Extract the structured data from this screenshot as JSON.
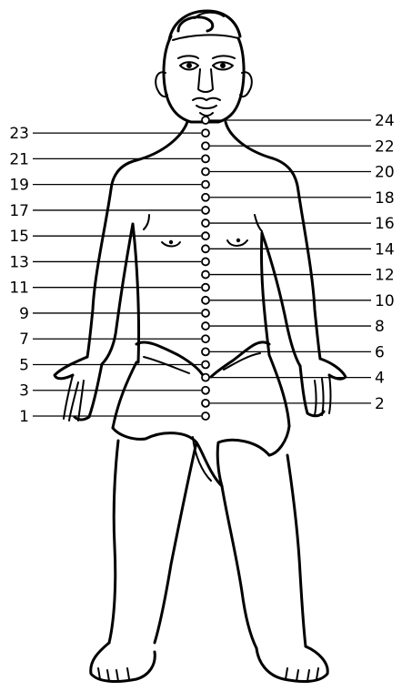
{
  "points": [
    {
      "label": "1",
      "side": "left"
    },
    {
      "label": "2",
      "side": "right"
    },
    {
      "label": "3",
      "side": "left"
    },
    {
      "label": "4",
      "side": "right"
    },
    {
      "label": "5",
      "side": "left"
    },
    {
      "label": "6",
      "side": "right"
    },
    {
      "label": "7",
      "side": "left"
    },
    {
      "label": "8",
      "side": "right"
    },
    {
      "label": "9",
      "side": "left"
    },
    {
      "label": "10",
      "side": "right"
    },
    {
      "label": "11",
      "side": "left"
    },
    {
      "label": "12",
      "side": "right"
    },
    {
      "label": "13",
      "side": "left"
    },
    {
      "label": "14",
      "side": "right"
    },
    {
      "label": "15",
      "side": "left"
    },
    {
      "label": "16",
      "side": "right"
    },
    {
      "label": "17",
      "side": "left"
    },
    {
      "label": "18",
      "side": "right"
    },
    {
      "label": "19",
      "side": "left"
    },
    {
      "label": "20",
      "side": "right"
    },
    {
      "label": "21",
      "side": "left"
    },
    {
      "label": "22",
      "side": "right"
    },
    {
      "label": "23",
      "side": "left"
    },
    {
      "label": "24",
      "side": "right"
    }
  ]
}
